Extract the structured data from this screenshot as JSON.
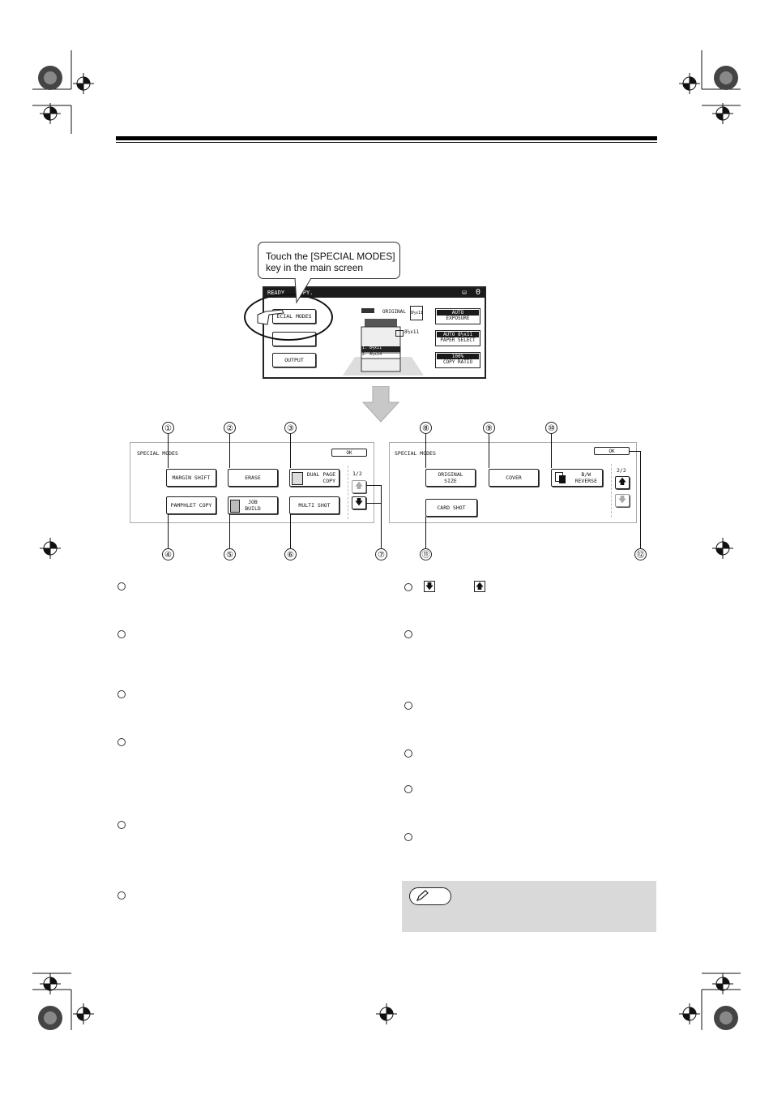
{
  "callout": {
    "line1": "Touch the [SPECIAL MODES]",
    "line2": "key in the main screen"
  },
  "main_screen": {
    "status_ready": "READY",
    "status_copy": "COPY.",
    "counter": "0",
    "special_modes_key": "ECIAL MODES",
    "output_key": "OUTPUT",
    "original_label": "ORIGINAL",
    "original_size": "8½x11",
    "output_size": "8½x11",
    "tray1": "1. 8½x11",
    "tray2": "2. 8½x14",
    "exposure_value": "AUTO",
    "exposure_label": "EXPOSURE",
    "paper_value": "AUTO    8½x11",
    "paper_label": "PAPER SELECT",
    "ratio_value": "100%",
    "ratio_label": "COPY RATIO"
  },
  "panel1": {
    "title": "SPECIAL MODES",
    "ok": "OK",
    "page": "1/2",
    "buttons": {
      "margin_shift": "MARGIN SHIFT",
      "erase": "ERASE",
      "dual_page_l1": "DUAL PAGE",
      "dual_page_l2": "COPY",
      "pamphlet": "PAMPHLET COPY",
      "job_build_l1": "JOB",
      "job_build_l2": "BUILD",
      "multi_shot": "MULTI SHOT"
    }
  },
  "panel2": {
    "title": "SPECIAL MODES",
    "ok": "OK",
    "page": "2/2",
    "buttons": {
      "original_size_l1": "ORIGINAL",
      "original_size_l2": "SIZE",
      "cover": "COVER",
      "bw_reverse_l1": "B/W",
      "bw_reverse_l2": "REVERSE",
      "card_shot": "CARD SHOT"
    }
  },
  "callout_numbers": {
    "n1": "①",
    "n2": "②",
    "n3": "③",
    "n4": "④",
    "n5": "⑤",
    "n6": "⑥",
    "n7": "⑦",
    "n8": "⑧",
    "n9": "⑨",
    "n10": "⑩",
    "n11": "⑪",
    "n12": "⑫"
  },
  "arrows": {
    "down": "🡇",
    "up": "🡅"
  }
}
